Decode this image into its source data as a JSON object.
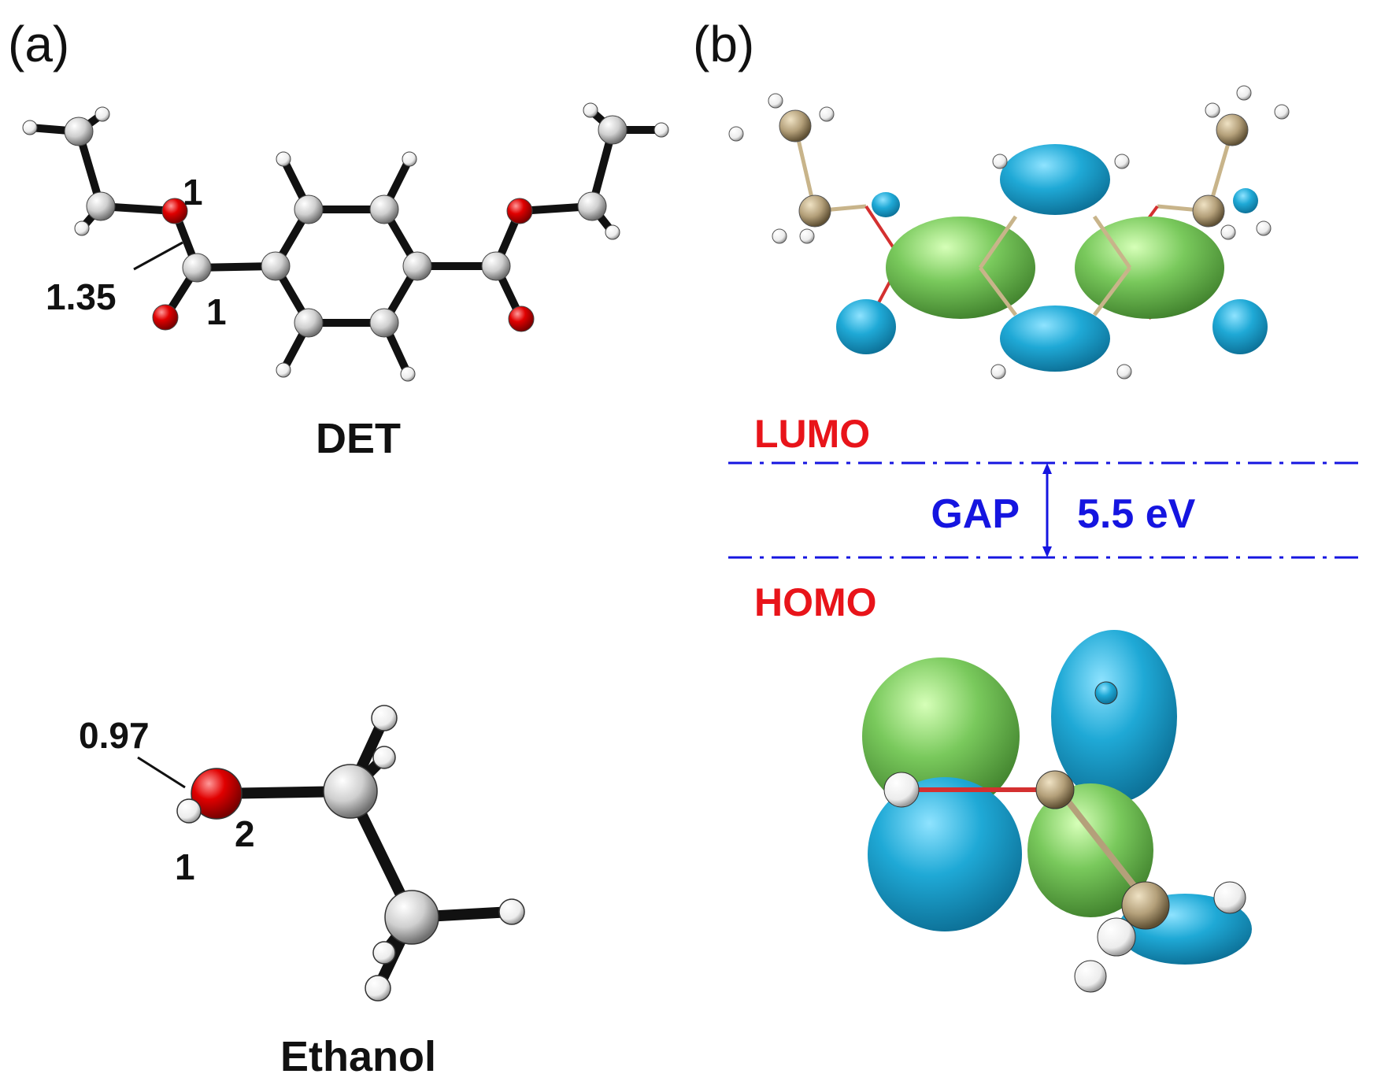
{
  "panels": {
    "a": "(a)",
    "b": "(b)"
  },
  "molecules": {
    "det": "DET",
    "ethanol": "Ethanol"
  },
  "det_labels": {
    "o_charge": "1",
    "c_charge": "1",
    "bond_length": "1.35"
  },
  "ethanol_labels": {
    "bond_length": "0.97",
    "h_charge": "1",
    "o_charge": "2"
  },
  "orbitals": {
    "lumo": "LUMO",
    "homo": "HOMO",
    "gap_label": "GAP",
    "gap_value": "5.5 eV"
  },
  "colors": {
    "oxygen": "#e00000",
    "carbon": "#c8c8c8",
    "hydrogen": "#f4f4f4",
    "carbon_b": "#b4a07a",
    "orbital_pos": "#1fa9d6",
    "orbital_neg": "#79c95c",
    "label_red": "#e8141a",
    "label_blue": "#1515e0"
  }
}
